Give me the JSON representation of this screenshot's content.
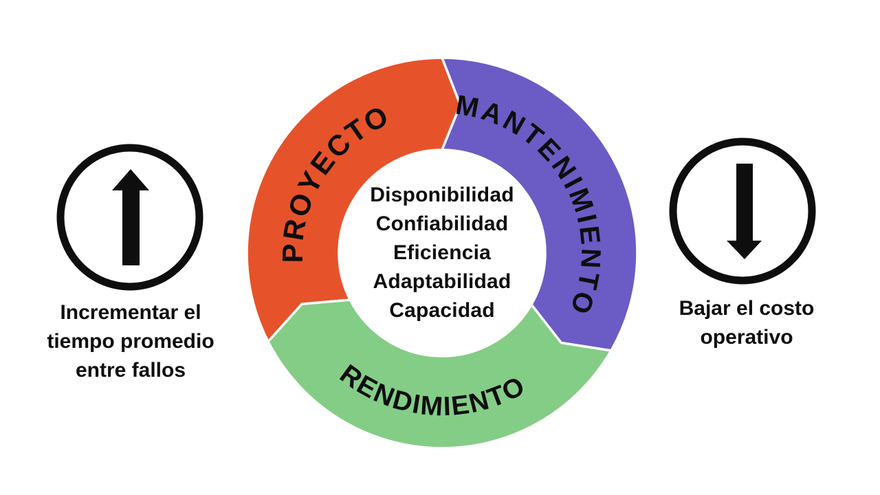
{
  "page": {
    "background": "#ffffff",
    "ink": "#0e0e0e"
  },
  "diagram": {
    "type": "cycle-donut",
    "segments": [
      {
        "label": "PROYECTO",
        "color": "#E6532B"
      },
      {
        "label": "MANTENIMIENTO",
        "color": "#6A5CC4"
      },
      {
        "label": "RENDIMIENTO",
        "color": "#84CD86"
      }
    ],
    "hub_items": [
      "Disponibilidad",
      "Confiabilidad",
      "Eficiencia",
      "Adaptabilidad",
      "Capacidad"
    ],
    "left_callout": {
      "icon": "arrow-up-circle",
      "lines": [
        "Incrementar el",
        "tiempo promedio",
        "entre fallos"
      ]
    },
    "right_callout": {
      "icon": "arrow-down-circle",
      "lines": [
        "Bajar el costo",
        "operativo"
      ]
    }
  }
}
